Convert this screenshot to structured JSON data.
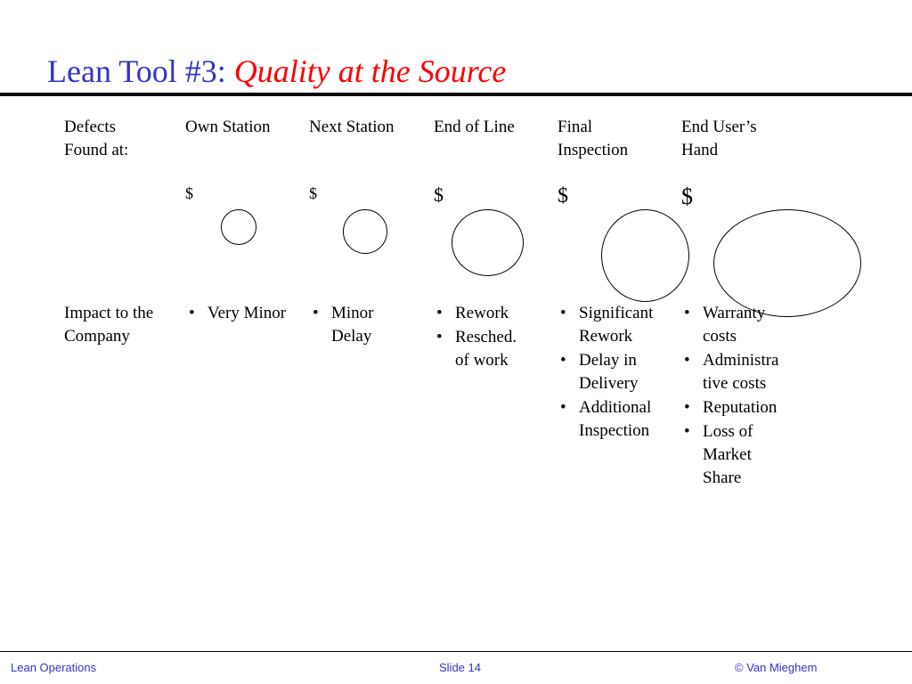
{
  "slide": {
    "title_prefix": "Lean Tool #3: ",
    "title_emphasis": "Quality at the Source",
    "colors": {
      "title": "#3333cc",
      "emphasis": "#ff0000",
      "footer": "#3333cc"
    }
  },
  "table": {
    "row1_label_line1": "Defects",
    "row1_label_line2": "Found at:",
    "row2_label_line1": "Impact to the",
    "row2_label_line2": "Company",
    "columns": [
      {
        "header_line1": "Own Station",
        "header_line2": "",
        "cost": "$",
        "impacts": [
          "Very Minor"
        ]
      },
      {
        "header_line1": "Next Station",
        "header_line2": "",
        "cost": "$",
        "impacts": [
          "Minor Delay"
        ]
      },
      {
        "header_line1": "End of Line",
        "header_line2": "",
        "cost": "$",
        "impacts": [
          "Rework",
          "Resched. of work"
        ]
      },
      {
        "header_line1": "Final",
        "header_line2": "Inspection",
        "cost": "$",
        "impacts": [
          "Significant Rework",
          "Delay in Delivery",
          "Additional Inspection"
        ]
      },
      {
        "header_line1": "End User’s",
        "header_line2": "Hand",
        "cost": "$",
        "impacts": [
          "Warranty costs",
          "Administra tive costs",
          "Reputation",
          "Loss of Market Share"
        ]
      }
    ]
  },
  "footer": {
    "left": "Lean Operations",
    "center": "Slide 14",
    "right": "© Van Mieghem"
  }
}
